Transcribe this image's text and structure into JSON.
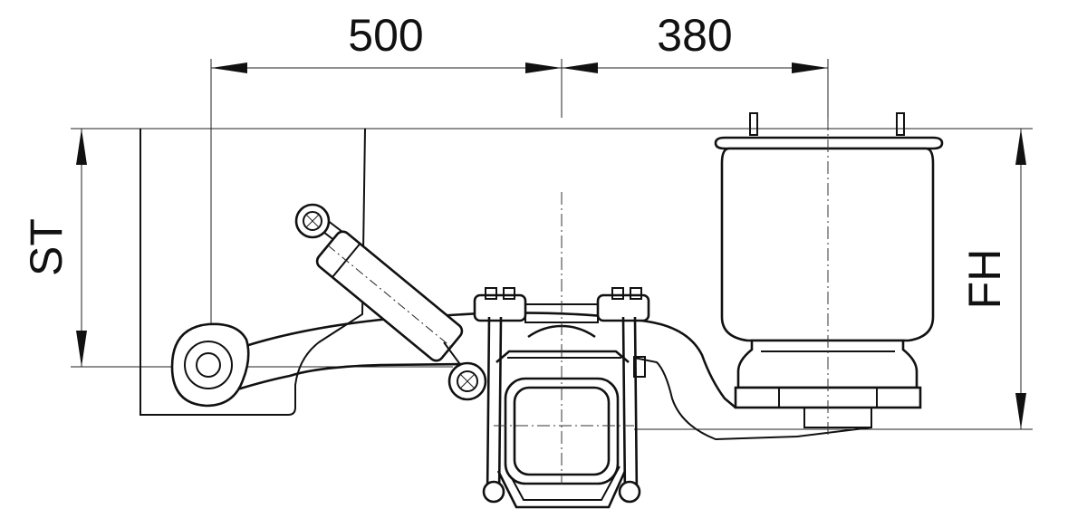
{
  "dimensions": {
    "arm_length": "500",
    "axle_to_spring": "380",
    "stroke": "ST",
    "spring_height": "FH"
  },
  "colors": {
    "line": "#111111",
    "background": "#ffffff"
  }
}
